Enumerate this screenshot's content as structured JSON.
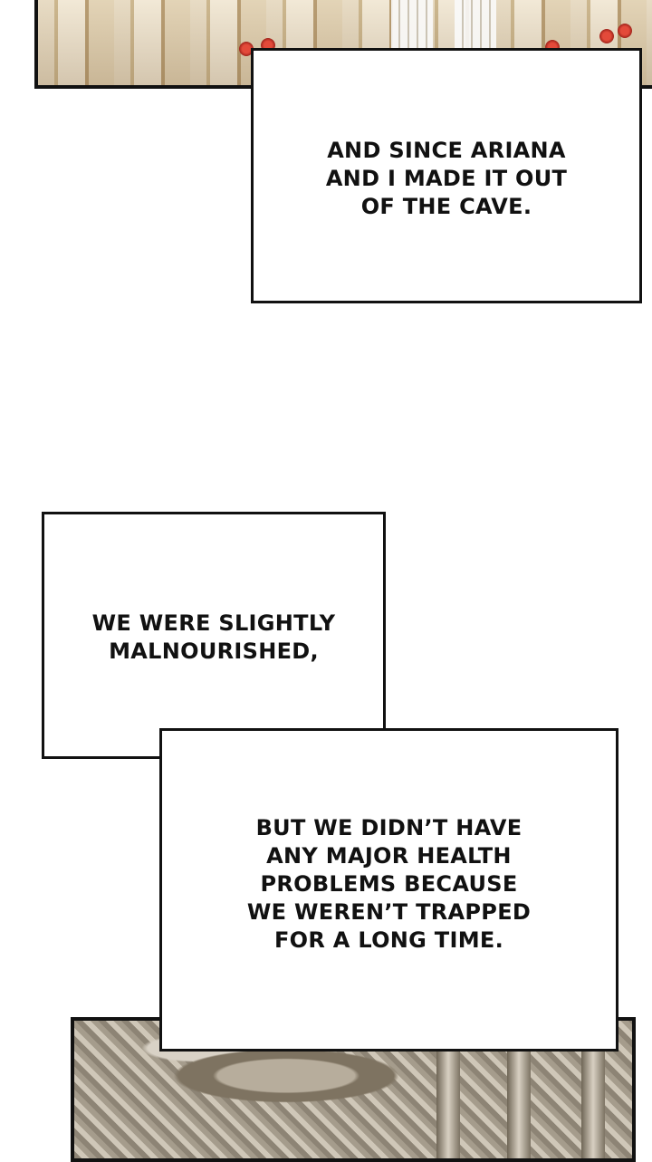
{
  "captions": {
    "first": [
      "And since Ariana",
      "and I made it out",
      "of the cave."
    ],
    "second_top": [
      "We were slightly",
      "malnourished,"
    ],
    "second_bottom": [
      "But we didn’t have",
      "any major health",
      "problems because",
      "we weren’t trapped",
      "for a long time."
    ]
  }
}
